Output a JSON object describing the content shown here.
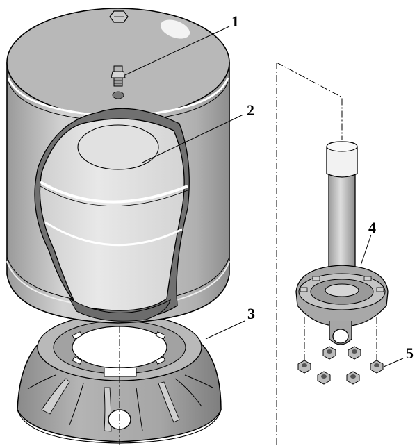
{
  "callouts": [
    {
      "id": "valve",
      "label": "1"
    },
    {
      "id": "membrane",
      "label": "2"
    },
    {
      "id": "base",
      "label": "3"
    },
    {
      "id": "flange",
      "label": "4"
    },
    {
      "id": "nuts",
      "label": "5"
    }
  ],
  "colors": {
    "tank_body": "#c4c4c4",
    "tank_top": "#b3b3b3",
    "membrane": "#e3e3e3",
    "base": "#9e9e9e",
    "outline": "#000000",
    "background": "#ffffff"
  },
  "parts": {
    "nut_count": 6
  }
}
